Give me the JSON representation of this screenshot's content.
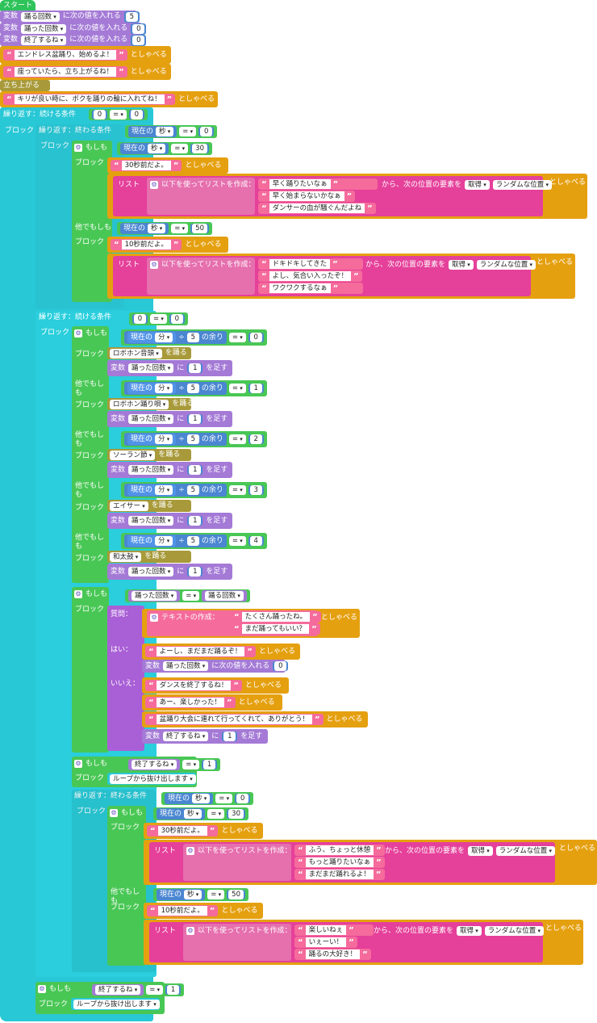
{
  "start": "スタート",
  "vars": [
    {
      "prefix": "変数",
      "name": "踊る回数",
      "suffix": "に次の値を入れる",
      "value": "5"
    },
    {
      "prefix": "変数",
      "name": "踊った回数",
      "suffix": "に次の値を入れる",
      "value": "0"
    },
    {
      "prefix": "変数",
      "name": "終了するね",
      "suffix": "に次の値を入れる",
      "value": "0"
    }
  ],
  "say_label": "としゃべる",
  "say1": "エンドレス盆踊り、始めるよ！",
  "say2": "座っていたら、立ち上がるね！",
  "standup": "立ち上がる",
  "say3": "キリが良い時に、ボクを踊りの輪に入れてね！",
  "repeat_while": "繰り返す：続ける条件",
  "repeat_until": "繰り返す：終わる条件",
  "block_label": "ブロック",
  "if_label": "もしも",
  "elseif_label": "他でもしも",
  "current": "現在の",
  "sec": "秒",
  "min": "分",
  "eq": "=",
  "zero": "0",
  "thirty": "30",
  "fifty": "50",
  "five": "5",
  "one": "1",
  "mod": "の余り",
  "div": "÷",
  "say_30": "30秒前だよ。",
  "say_10": "10秒前だよ。",
  "list_label": "リスト",
  "list_create": "以下を使ってリストを作成：",
  "from_label": "から、次の位置の要素を",
  "get": "取得",
  "random_pos": "ランダムな位置",
  "list1": [
    "早く踊りたいなぁ",
    "早く始まらないかなぁ",
    "ダンサーの血が騒ぐんだよね"
  ],
  "list2": [
    "ドキドキしてきた",
    "よし、気合い入ったぞ！",
    "ワクワクするなぁ"
  ],
  "dances": [
    "ロボホン音頭",
    "ロボホン踊り唄",
    "ソーラン節",
    "エイサー",
    "和太鼓"
  ],
  "dance_suffix": "を踊る",
  "add_label": "に",
  "add_suffix": "を足す",
  "var_label": "変数",
  "danced": "踊った回数",
  "dance_count": "踊る回数",
  "quit": "終了するね",
  "question": "質問：",
  "yes": "はい：",
  "no": "いいえ：",
  "text_create": "テキストの作成：",
  "q1": "たくさん踊ったね。",
  "q2": "まだ踊ってもいい？",
  "yes_say": "よーし、まだまだ踊るぞ！",
  "set_suffix": "に次の値を入れる",
  "no_say1": "ダンスを終了するね！",
  "no_say2": "あー、楽しかった！",
  "no_say3": "盆踊り大会に連れて行ってくれて、ありがとう！",
  "break_loop": "ループから抜け出します",
  "list3": [
    "ふう、ちょっと休憩",
    "もっと踊りたいなぁ",
    "まだまだ踊れるよ！"
  ],
  "list4": [
    "楽しいねぇ",
    "いぇーい！",
    "踊るの大好き！"
  ]
}
